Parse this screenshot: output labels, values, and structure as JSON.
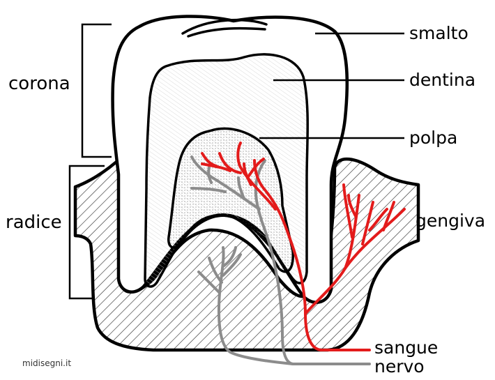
{
  "labels": {
    "smalto": "smalto",
    "dentina": "dentina",
    "polpa": "polpa",
    "gengiva": "gengiva",
    "sangue": "sangue",
    "nervo": "nervo",
    "corona": "corona",
    "radice": "radice"
  },
  "watermark": "midisegni.it",
  "colors": {
    "outline": "#000000",
    "blood": "#e31b1b",
    "nerve": "#8c8c8c",
    "gum_hatch": "#333333",
    "dentin_hatch": "#cccccc",
    "pulp_dots": "#444444"
  }
}
